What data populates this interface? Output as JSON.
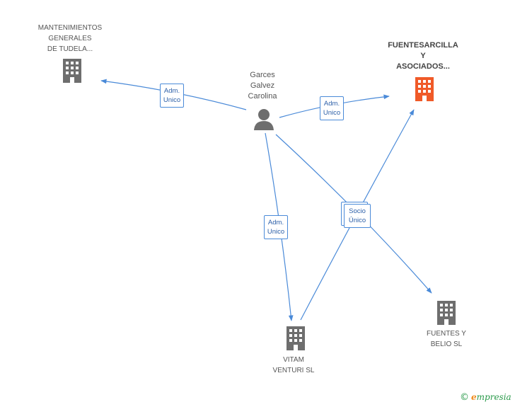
{
  "colors": {
    "edge": "#4a8ad8",
    "building": "#6e6e6e",
    "building_highlight": "#f05a28",
    "person": "#6e6e6e"
  },
  "nodes": {
    "mantenimientos": {
      "lines": [
        "MANTENIMIENTOS",
        "GENERALES",
        "DE TUDELA..."
      ],
      "icon": "building-icon"
    },
    "garces": {
      "lines": [
        "Garces",
        "Galvez",
        "Carolina"
      ],
      "icon": "person-icon"
    },
    "fuentesarcilla": {
      "lines": [
        "FUENTESARCILLA",
        "Y",
        "ASOCIADOS..."
      ],
      "icon": "building-icon"
    },
    "vitam": {
      "lines": [
        "VITAM",
        "VENTURI SL"
      ],
      "icon": "building-icon"
    },
    "fuentes_belio": {
      "lines": [
        "FUENTES Y",
        "BELIO SL"
      ],
      "icon": "building-icon"
    }
  },
  "edge_labels": {
    "to_mantenimientos": [
      "Adm.",
      "Unico"
    ],
    "to_fuentesarcilla": [
      "Adm.",
      "Unico"
    ],
    "to_vitam": [
      "Adm.",
      "Unico"
    ],
    "socio": [
      "Socio",
      "Único"
    ]
  },
  "brand": {
    "copyright": "©",
    "first": "e",
    "rest": "mpresia"
  }
}
